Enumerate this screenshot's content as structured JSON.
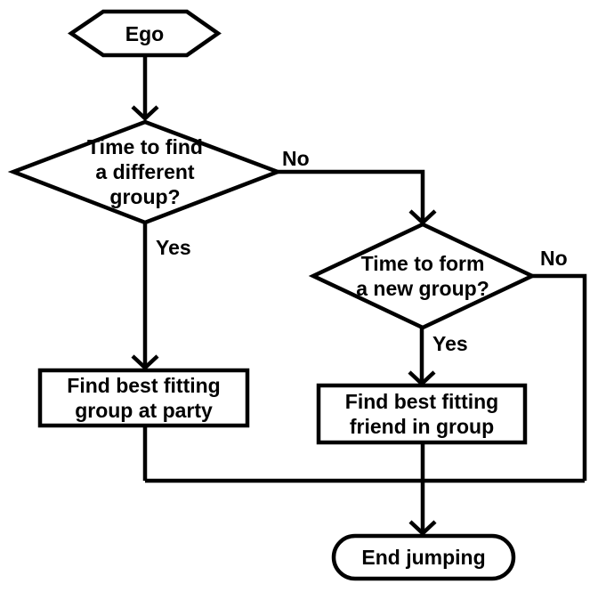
{
  "nodes": {
    "ego": {
      "label": "Ego",
      "shape": "hexagon"
    },
    "decision_find_group": {
      "label": "Time to find\na different\ngroup?",
      "shape": "diamond"
    },
    "decision_form_group": {
      "label": "Time to form\na new group?",
      "shape": "diamond"
    },
    "process_group_at_party": {
      "label": "Find best fitting\ngroup at party",
      "shape": "rectangle"
    },
    "process_friend_in_group": {
      "label": "Find best fitting\nfriend in group",
      "shape": "rectangle"
    },
    "end": {
      "label": "End jumping",
      "shape": "terminator"
    }
  },
  "edges": {
    "find_group_no": {
      "label": "No"
    },
    "find_group_yes": {
      "label": "Yes"
    },
    "form_group_no": {
      "label": "No"
    },
    "form_group_yes": {
      "label": "Yes"
    }
  },
  "colors": {
    "stroke": "#000000",
    "background": "#ffffff",
    "text": "#000000"
  }
}
